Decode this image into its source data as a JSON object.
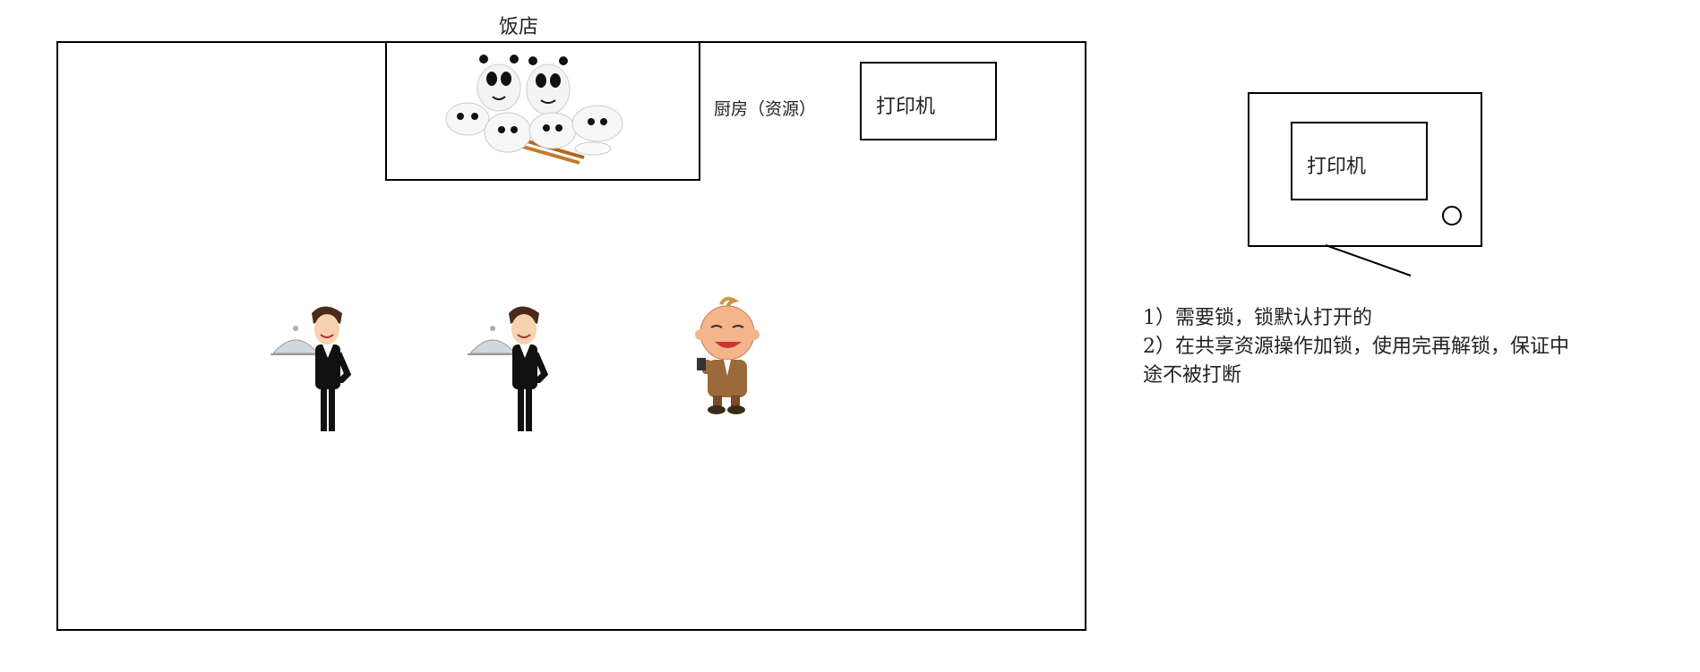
{
  "restaurant": {
    "title": "饭店",
    "kitchen_label": "厨房（资源）",
    "printer_label": "打印机"
  },
  "printer_device": {
    "label": "打印机"
  },
  "notes": {
    "line1": "1）需要锁，锁默认打开的",
    "line2": "2）在共享资源操作加锁，使用完再解锁，保证中",
    "line3": "途不被打断"
  },
  "figures": [
    "waiter",
    "waiter",
    "customer"
  ]
}
